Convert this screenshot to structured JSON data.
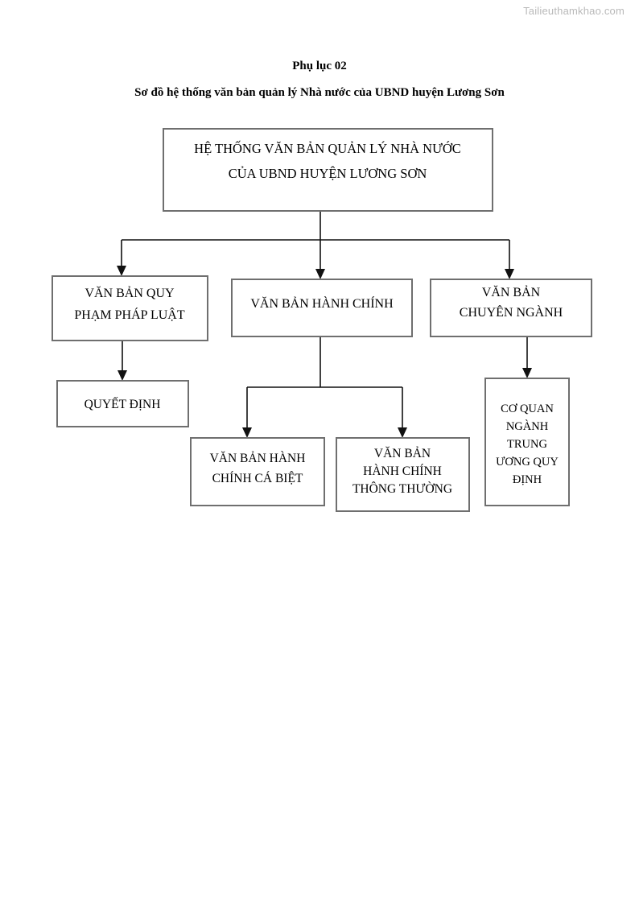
{
  "page": {
    "watermark": "Tailieuthamkhao.com",
    "title_line1": "Phụ lục 02",
    "title_line2": "Sơ đồ hệ thống văn bản quản lý Nhà nước của UBND huyện Lương Sơn"
  },
  "colors": {
    "box_border": "#6f6f6f",
    "connector": "#111111",
    "background": "#ffffff",
    "text": "#000000",
    "watermark": "#b9b9b9"
  },
  "diagram": {
    "type": "organizational-tree",
    "nodes": {
      "root": {
        "lines": [
          "HỆ THỐNG VĂN BẢN QUẢN LÝ NHÀ NƯỚC",
          "CỦA UBND HUYỆN LƯƠNG SƠN"
        ]
      },
      "legal_documents": {
        "lines": [
          "VĂN BẢN QUY",
          "PHẠM PHÁP LUẬT"
        ]
      },
      "administrative_documents": {
        "lines": [
          "VĂN BẢN HÀNH CHÍNH"
        ]
      },
      "specialized_documents": {
        "lines": [
          "VĂN BẢN",
          "CHUYÊN NGÀNH"
        ]
      },
      "decision": {
        "lines": [
          "QUYẾT ĐỊNH"
        ]
      },
      "individual_admin": {
        "lines": [
          "VĂN BẢN HÀNH",
          "CHÍNH CÁ BIỆT"
        ]
      },
      "ordinary_admin": {
        "lines": [
          "VĂN BẢN",
          "HÀNH CHÍNH",
          "THÔNG THƯỜNG"
        ]
      },
      "central_agency": {
        "lines": [
          "CƠ QUAN",
          "NGÀNH",
          "TRUNG",
          "ƯƠNG QUY",
          "ĐỊNH"
        ]
      }
    },
    "edges": [
      {
        "from": "root",
        "to": "legal_documents"
      },
      {
        "from": "root",
        "to": "administrative_documents"
      },
      {
        "from": "root",
        "to": "specialized_documents"
      },
      {
        "from": "legal_documents",
        "to": "decision"
      },
      {
        "from": "administrative_documents",
        "to": "individual_admin"
      },
      {
        "from": "administrative_documents",
        "to": "ordinary_admin"
      },
      {
        "from": "specialized_documents",
        "to": "central_agency"
      }
    ]
  }
}
